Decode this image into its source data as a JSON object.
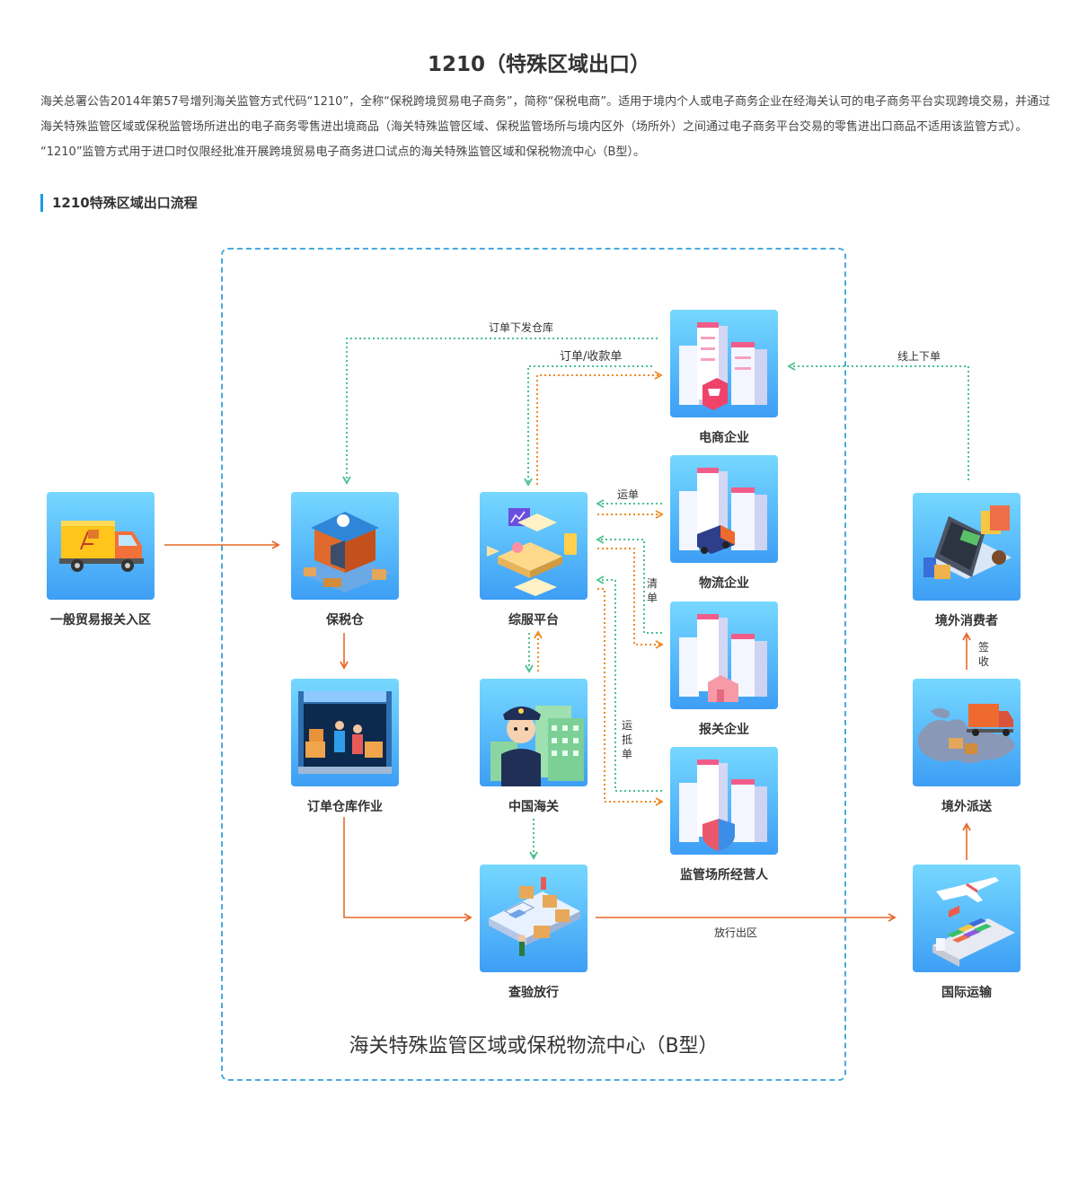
{
  "page": {
    "title": "1210（特殊区域出口）",
    "intro": "海关总署公告2014年第57号增列海关监管方式代码“1210”，全称“保税跨境贸易电子商务”，简称“保税电商”。适用于境内个人或电子商务企业在经海关认可的电子商务平台实现跨境交易，并通过海关特殊监管区域或保税监管场所进出的电子商务零售进出境商品（海关特殊监管区域、保税监管场所与境内区外（场所外）之间通过电子商务平台交易的零售进出口商品不适用该监管方式）。 “1210”监管方式用于进口时仅限经批准开展跨境贸易电子商务进口试点的海关特殊监管区域和保税物流中心（B型）。",
    "section_title": "1210特殊区域出口流程"
  },
  "diagram": {
    "zone_label": "海关特殊监管区域或保税物流中心（B型）",
    "nodes": {
      "general_trade": "一般贸易报关入区",
      "bonded_warehouse": "保税仓",
      "warehouse_ops": "订单仓库作业",
      "service_platform": "综服平台",
      "china_customs": "中国海关",
      "inspection_release": "查验放行",
      "ecommerce": "电商企业",
      "logistics": "物流企业",
      "customs_broker": "报关企业",
      "site_operator": "监管场所经营人",
      "overseas_consumer": "境外消费者",
      "overseas_delivery": "境外派送",
      "intl_transport": "国际运输"
    },
    "edge_labels": {
      "order_to_warehouse": "订单下发仓库",
      "order_payment": "订单/收款单",
      "online_order": "线上下单",
      "waybill": "运单",
      "manifest": "清单",
      "arrival_note": "运抵单",
      "release_exit": "放行出区",
      "sign_receive": "签收"
    },
    "colors": {
      "orange": "#f08a24",
      "green": "#4cc08f",
      "solid_arrow": "#e8692a",
      "zone_border": "#4aa9e2"
    }
  }
}
